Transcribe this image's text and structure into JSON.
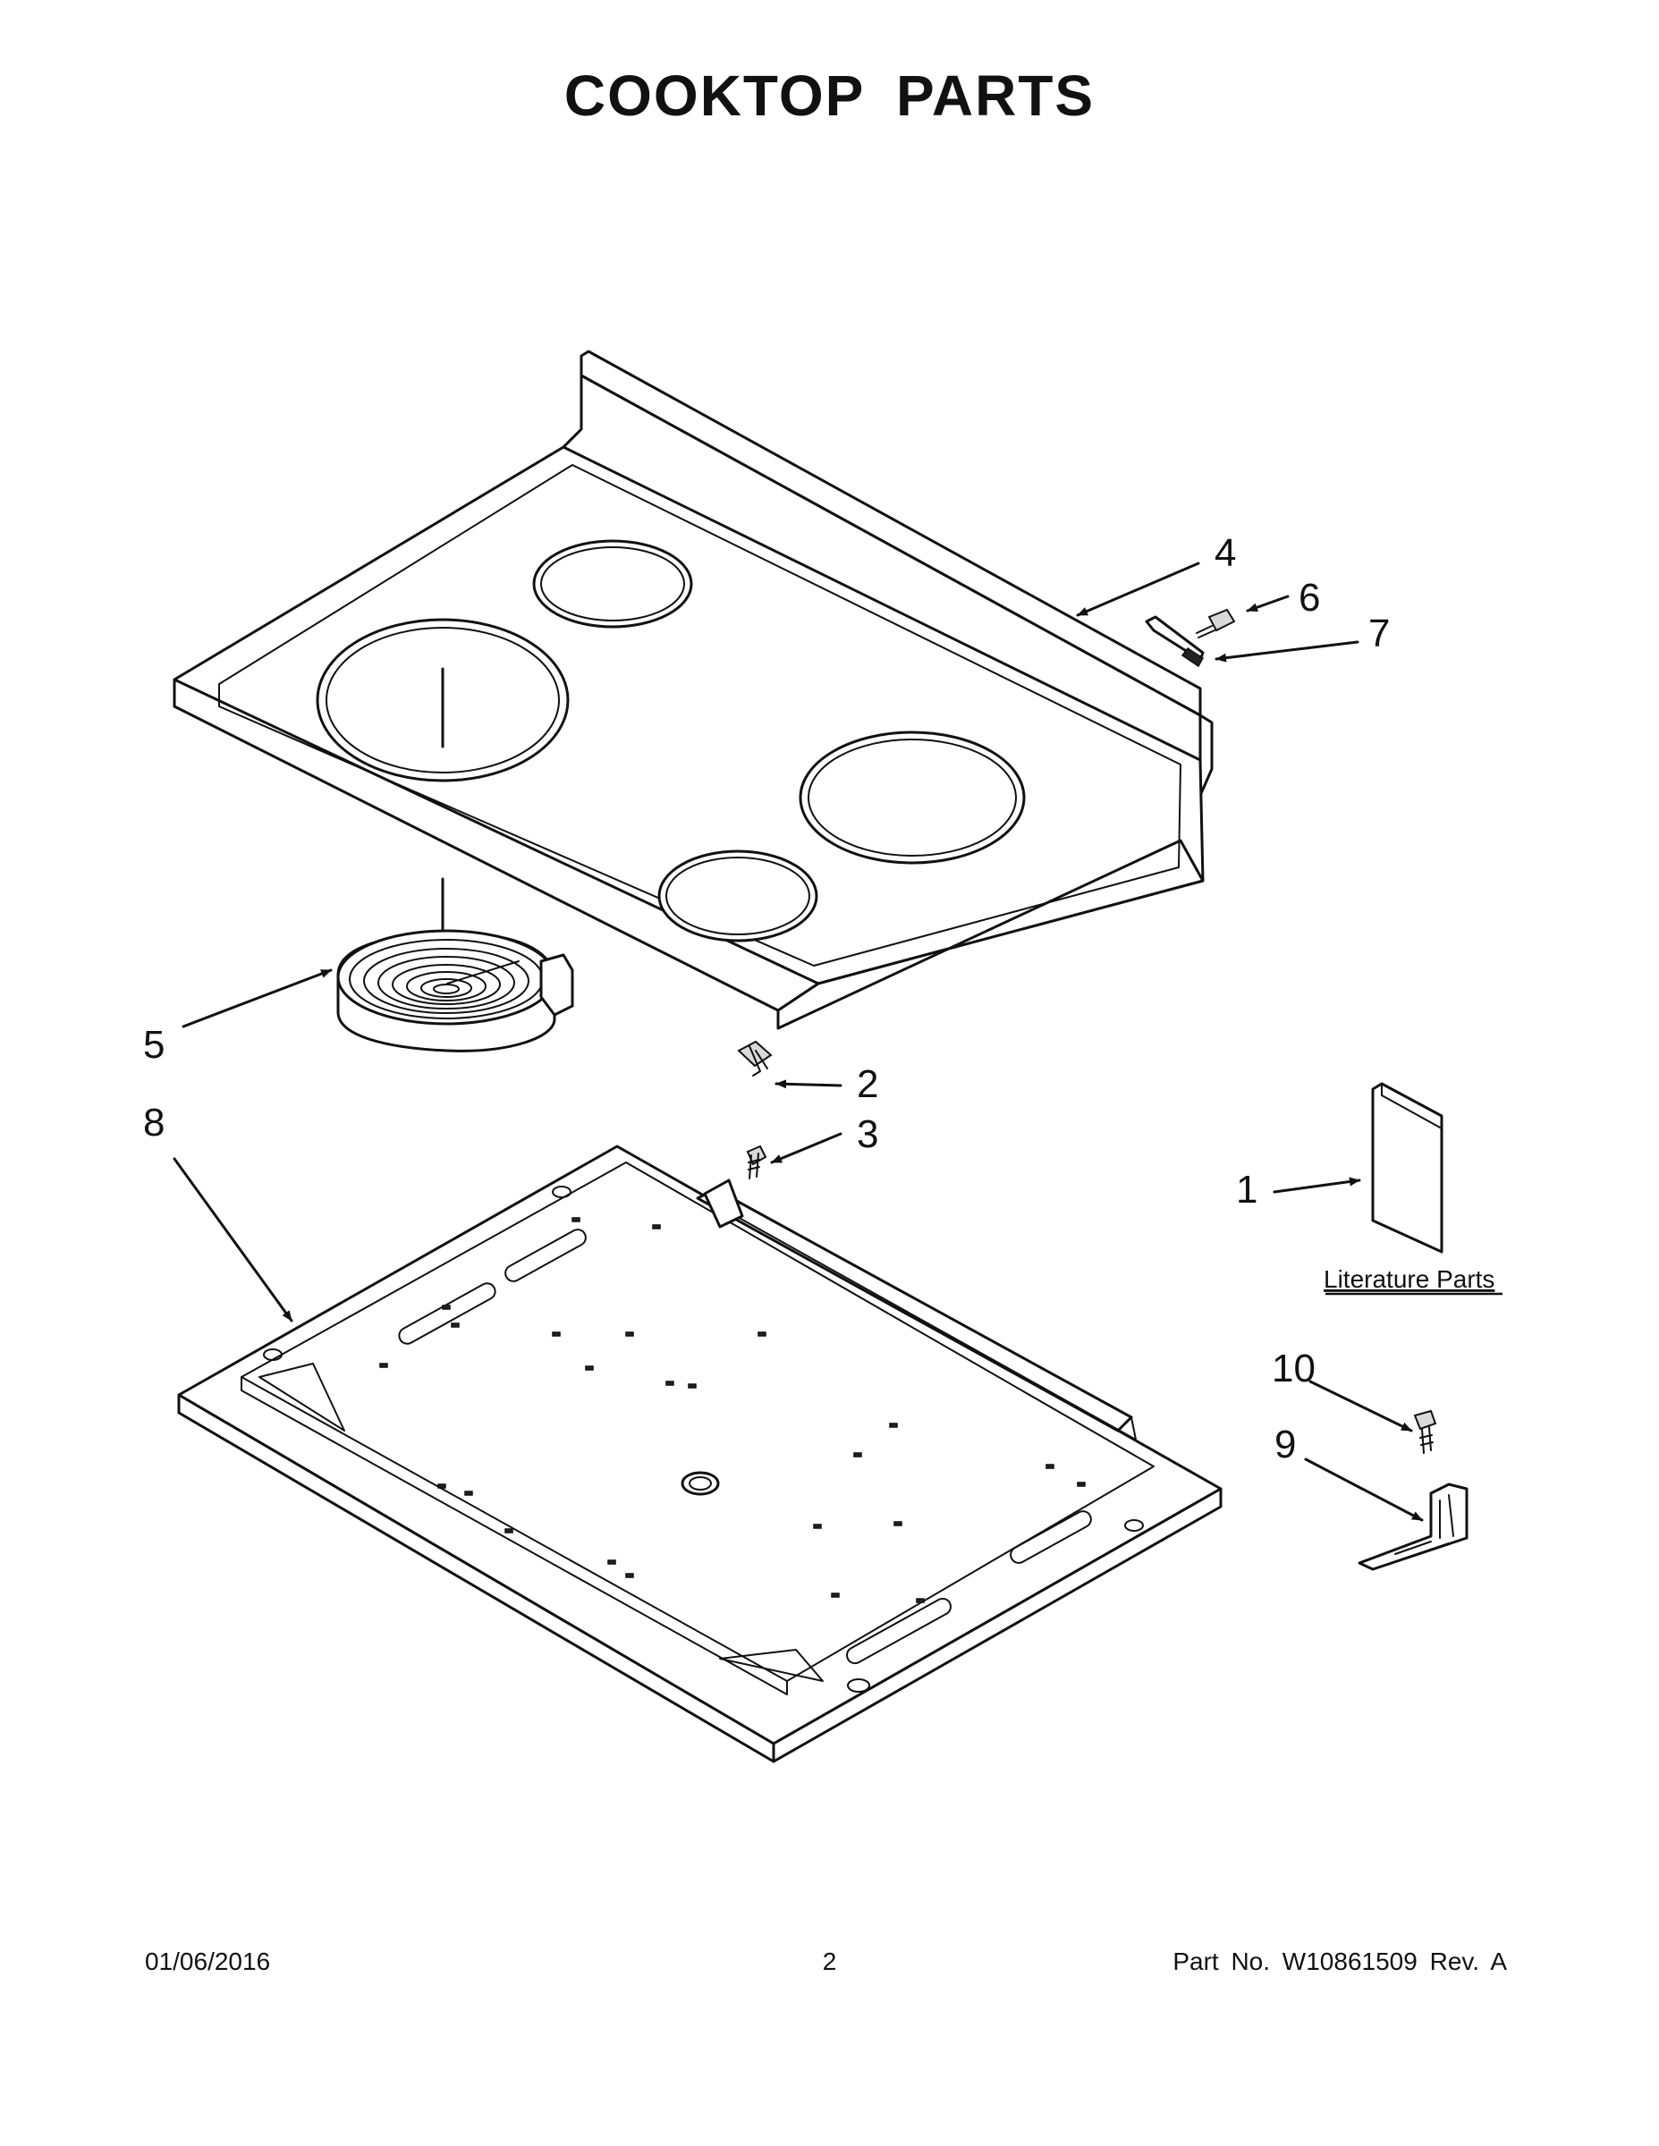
{
  "title": "COOKTOP PARTS",
  "callouts": {
    "c1": "1",
    "c2": "2",
    "c3": "3",
    "c4": "4",
    "c5": "5",
    "c6": "6",
    "c7": "7",
    "c8": "8",
    "c9": "9",
    "c10": "10"
  },
  "literature_label": "Literature Parts",
  "footer": {
    "date": "01/06/2016",
    "page": "2",
    "part": "Part No.  W10861509  Rev.  A"
  }
}
